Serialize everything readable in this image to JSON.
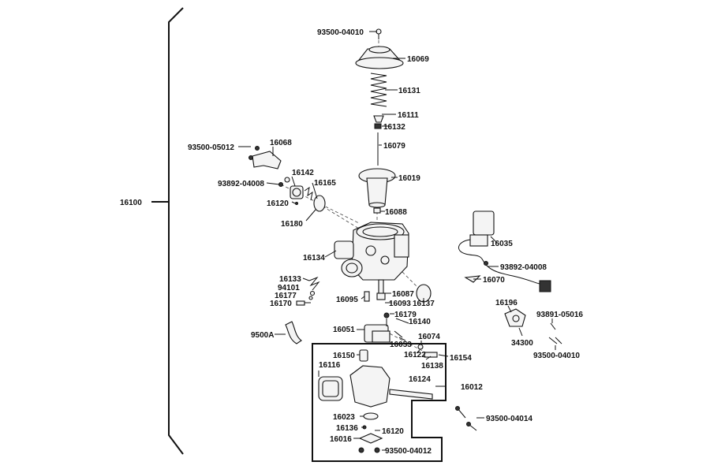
{
  "labels": {
    "l_93500_04010_top": "93500-04010",
    "l_16069": "16069",
    "l_16131": "16131",
    "l_16111": "16111",
    "l_16132": "16132",
    "l_16079": "16079",
    "l_16019": "16019",
    "l_16088": "16088",
    "l_93500_05012": "93500-05012",
    "l_16068": "16068",
    "l_16142": "16142",
    "l_93892_04008_left": "93892-04008",
    "l_16165": "16165",
    "l_16100": "16100",
    "l_16120_left": "16120",
    "l_16180": "16180",
    "l_16134": "16134",
    "l_16133": "16133",
    "l_94101": "94101",
    "l_16177": "16177",
    "l_16170": "16170",
    "l_16095": "16095",
    "l_16087": "16087",
    "l_16093": "16093",
    "l_16137": "16137",
    "l_16035": "16035",
    "l_93892_04008_right": "93892-04008",
    "l_16070": "16070",
    "l_16196": "16196",
    "l_93891_05016": "93891-05016",
    "l_34300": "34300",
    "l_93500_04010_right": "93500-04010",
    "l_16179": "16179",
    "l_16140": "16140",
    "l_16051": "16051",
    "l_9500A": "9500A",
    "l_16053": "16053",
    "l_16074": "16074",
    "l_16122": "16122",
    "l_16154": "16154",
    "l_16138": "16138",
    "l_16150": "16150",
    "l_16116": "16116",
    "l_16124": "16124",
    "l_16012": "16012",
    "l_16023": "16023",
    "l_16136": "16136",
    "l_16120_bottom": "16120",
    "l_16016": "16016",
    "l_93500_04012": "93500-04012",
    "l_93500_04014": "93500-04014"
  }
}
